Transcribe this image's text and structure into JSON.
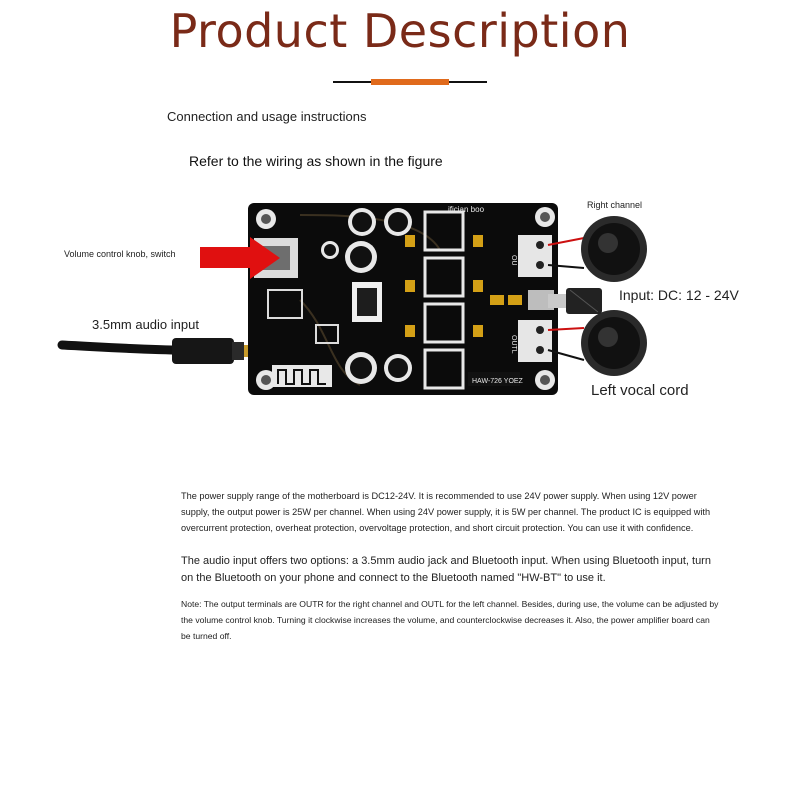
{
  "header": {
    "title": "Product Description"
  },
  "intro": {
    "heading": "Connection and usage instructions",
    "wiring_note": "Refer to the wiring as shown in the figure"
  },
  "diagram": {
    "volume_label": "Volume control knob, switch",
    "right_channel_label": "Right channel",
    "power_label": "Input: DC: 12 - 24V",
    "audio_label": "3.5mm audio input",
    "left_label": "Left vocal cord",
    "board_brand": "ifician boo",
    "board_model": "HAW-726 YOEZ",
    "terminal_right": "OU",
    "terminal_left": "OUTL",
    "colors": {
      "board": "#0b0b0b",
      "arrow": "#e01010",
      "title": "#7a2a18",
      "accent_rule": "#e06a1c"
    }
  },
  "body": {
    "paragraph_1": "The power supply range of the motherboard is DC12-24V. It is recommended to use 24V power supply. When using 12V power supply, the output power is 25W per channel. When using 24V power supply, it is 5W per channel. The product IC is equipped with overcurrent protection, overheat protection, overvoltage protection, and short circuit protection. You can use it with confidence.",
    "paragraph_2": "The audio input offers two options: a 3.5mm audio jack and Bluetooth input. When using Bluetooth input, turn on the Bluetooth on your phone and connect to the Bluetooth named \"HW-BT\" to use it.",
    "note": "Note: The output terminals are OUTR for the right channel and OUTL for the left channel. Besides, during use, the volume can be adjusted by the volume control knob. Turning it clockwise increases the volume, and counterclockwise decreases it. Also, the power amplifier board can be turned off."
  }
}
